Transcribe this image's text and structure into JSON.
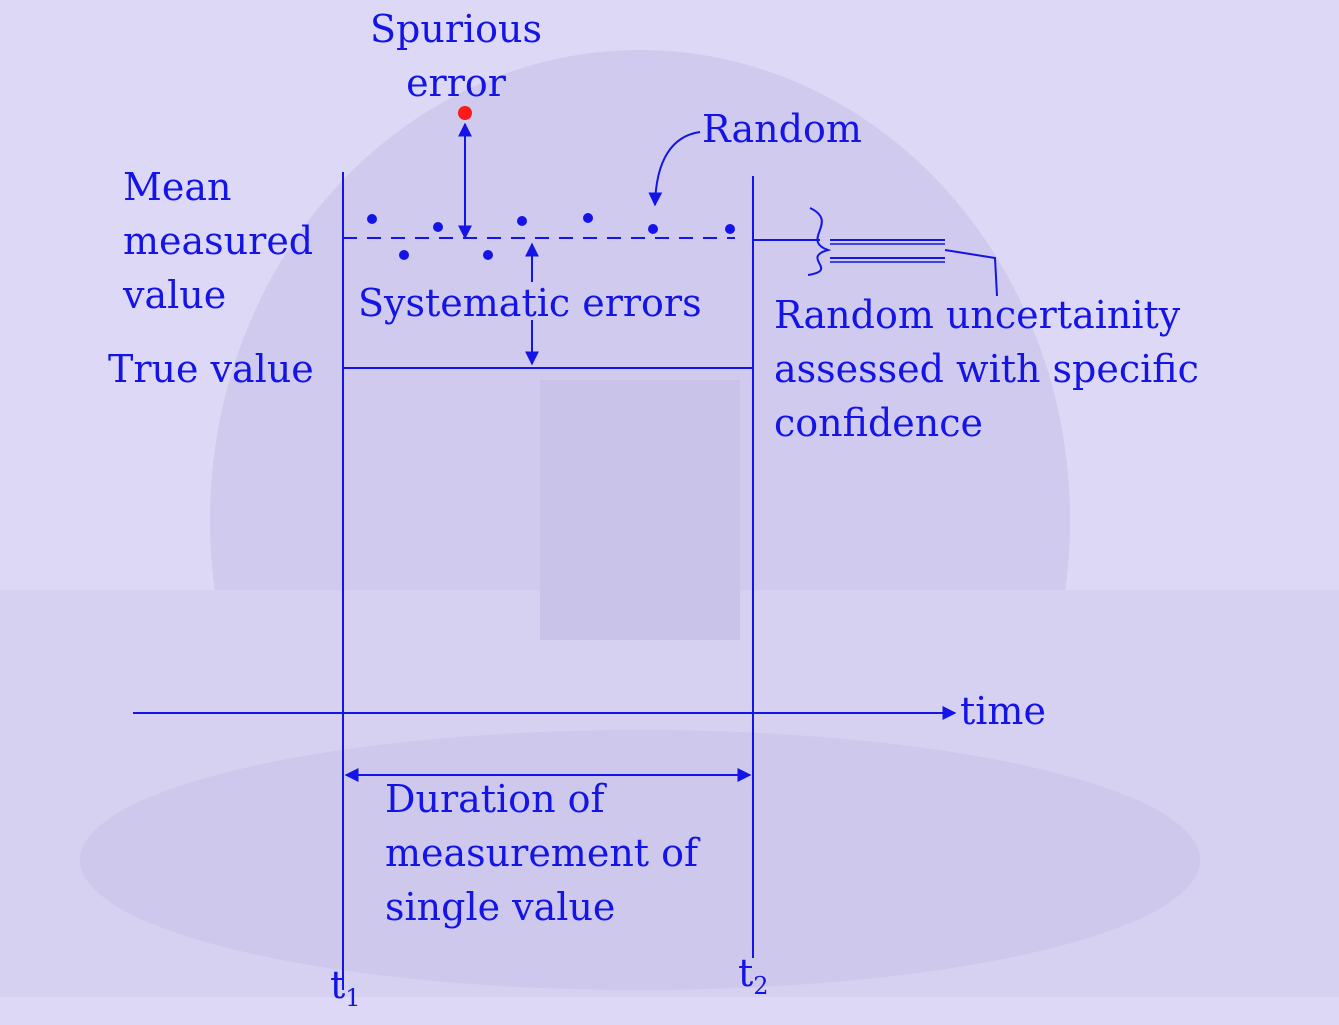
{
  "labels": {
    "spurious_error": "Spurious\nerror",
    "random": "Random",
    "mean_measured_value": "Mean\nmeasured\nvalue",
    "systematic_errors": "Systematic errors",
    "true_value": "True value",
    "random_uncertainty": "Random uncertainity\nassessed with specific\nconfidence",
    "time": "time",
    "duration": "Duration of\nmeasurement of\nsingle value",
    "t1_base": "t",
    "t1_sub": "1",
    "t2_base": "t",
    "t2_sub": "2"
  },
  "colors": {
    "ink": "#1414e6",
    "spurious_point": "#ff1a1a",
    "background": "#dcd8f5"
  }
}
